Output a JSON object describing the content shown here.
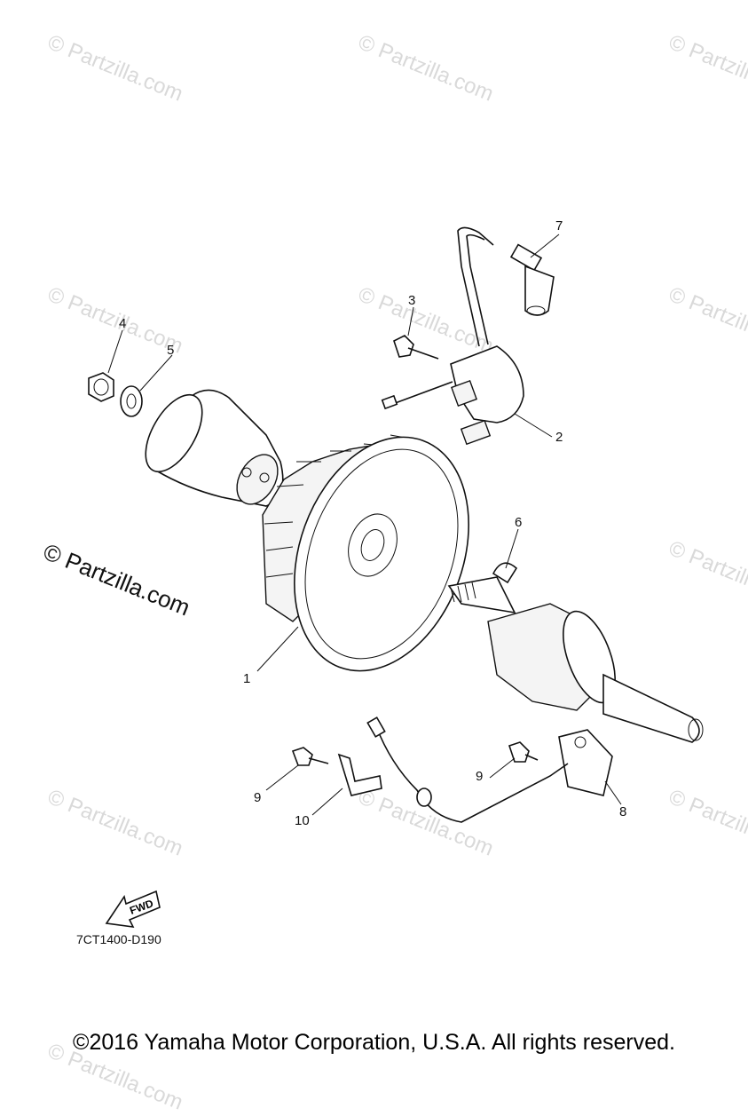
{
  "watermark_text": "© Partzilla.com",
  "watermarks": [
    {
      "id": "wm1"
    },
    {
      "id": "wm2"
    },
    {
      "id": "wm3"
    },
    {
      "id": "wm4"
    },
    {
      "id": "wm5"
    },
    {
      "id": "wm6"
    },
    {
      "id": "wm7"
    },
    {
      "id": "wm8"
    },
    {
      "id": "wm9"
    },
    {
      "id": "wm10"
    },
    {
      "id": "wm11"
    },
    {
      "id": "wm12"
    }
  ],
  "prominent_watermark": "© Partzilla.com",
  "callouts": [
    "1",
    "2",
    "3",
    "4",
    "5",
    "6",
    "7",
    "8",
    "9",
    "9",
    "10"
  ],
  "fwd_label": "FWD",
  "diagram_code": "7CT1400-D190",
  "copyright": "©2016 Yamaha Motor Corporation, U.S.A. All rights reserved."
}
